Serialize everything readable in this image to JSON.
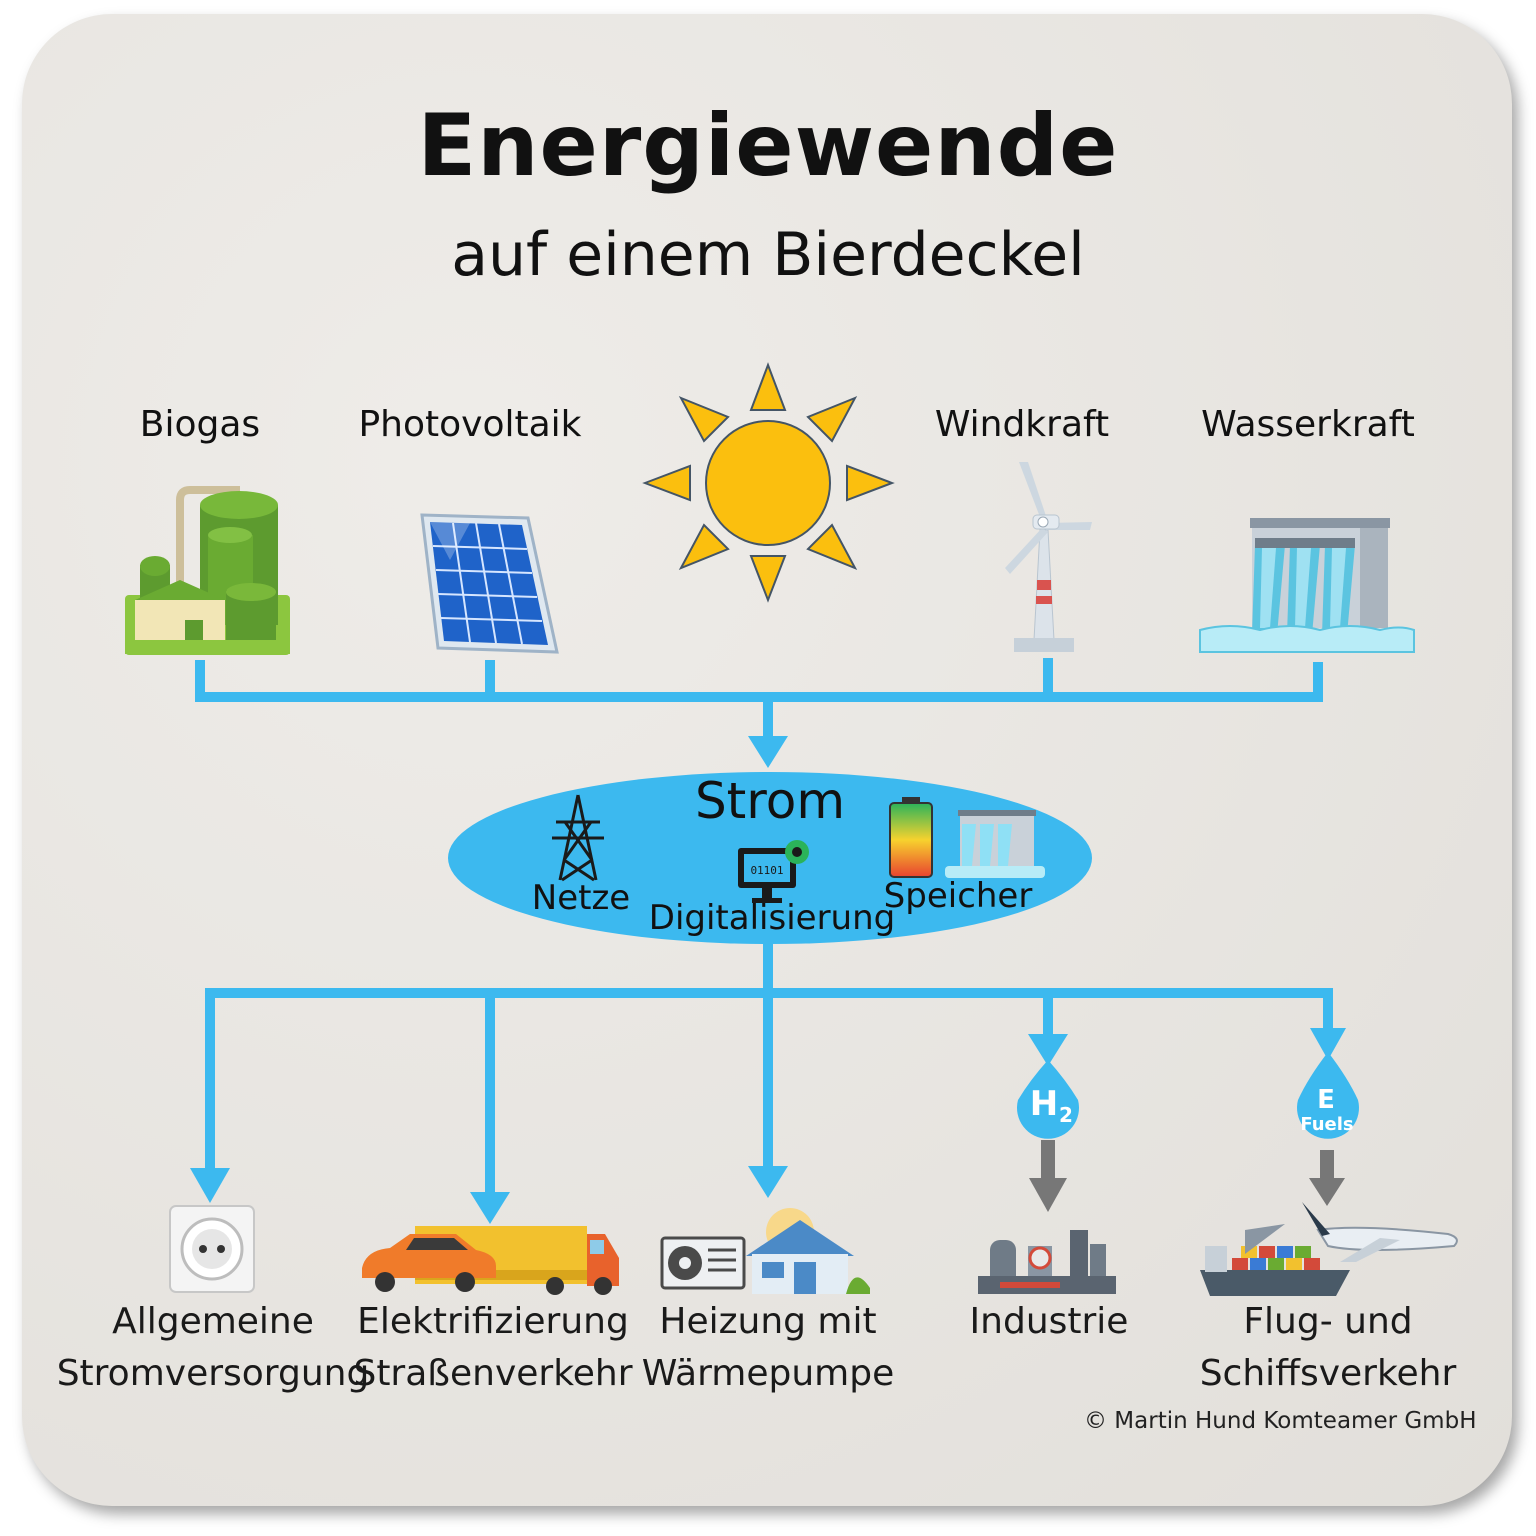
{
  "title": "Energiewende",
  "subtitle": "auf einem Bierdeckel",
  "sources": [
    {
      "label": "Biogas"
    },
    {
      "label": "Photovoltaik"
    },
    {
      "label": "Windkraft"
    },
    {
      "label": "Wasserkraft"
    }
  ],
  "hub": {
    "title": "Strom",
    "items": [
      "Netze",
      "Digitalisierung",
      "Speicher"
    ]
  },
  "intermediates": {
    "h2": {
      "main": "H",
      "sub": "2"
    },
    "efuels": {
      "main": "E",
      "sub": "Fuels"
    }
  },
  "consumers": [
    {
      "line1": "Allgemeine",
      "line2": "Stromversorgung"
    },
    {
      "line1": "Elektrifizierung",
      "line2": "Straßenverkehr"
    },
    {
      "line1": "Heizung mit",
      "line2": "Wärmepumpe"
    },
    {
      "line1": "Industrie",
      "line2": ""
    },
    {
      "line1": "Flug- und",
      "line2": "Schiffsverkehr"
    }
  ],
  "icons": {
    "biogas": "biogas-plant-icon",
    "pv": "solar-panel-icon",
    "sun": "sun-icon",
    "wind": "wind-turbine-icon",
    "hydro": "hydro-dam-icon",
    "netze": "power-pylon-icon",
    "digital": "computer-icon",
    "speicher": "battery-icon",
    "socket": "power-socket-icon",
    "vehicles": "car-truck-icon",
    "heatpump": "heat-pump-house-icon",
    "industry": "factory-icon",
    "transport": "ship-airplane-icon"
  },
  "colors": {
    "flow": "#3cb9ef",
    "gray_arrow": "#777777",
    "sun": "#fbbf0e",
    "background": "#e9e6e1"
  },
  "copyright": "© Martin Hund Komteamer GmbH"
}
